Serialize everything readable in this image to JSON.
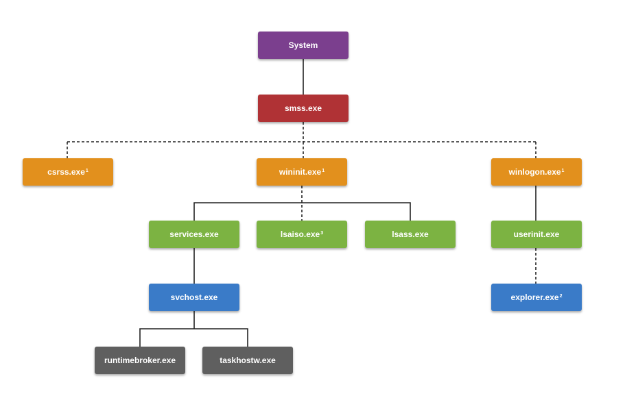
{
  "colors": {
    "purple": "#7b3f8e",
    "red": "#b03235",
    "orange": "#e2901d",
    "green": "#7cb342",
    "blue": "#3a7bc8",
    "gray": "#5f5f5f",
    "line": "#222222"
  },
  "nodes": {
    "system": {
      "label": "System"
    },
    "smss": {
      "label": "smss.exe"
    },
    "csrss": {
      "label": "csrss.exe",
      "note": "1"
    },
    "wininit": {
      "label": "wininit.exe",
      "note": "1"
    },
    "winlogon": {
      "label": "winlogon.exe",
      "note": "1"
    },
    "services": {
      "label": "services.exe"
    },
    "lsaiso": {
      "label": "lsaiso.exe",
      "note": "3"
    },
    "lsass": {
      "label": "lsass.exe"
    },
    "userinit": {
      "label": "userinit.exe"
    },
    "svchost": {
      "label": "svchost.exe"
    },
    "explorer": {
      "label": "explorer.exe",
      "note": "2"
    },
    "runtimebroker": {
      "label": "runtimebroker.exe"
    },
    "taskhostw": {
      "label": "taskhostw.exe"
    }
  },
  "edges": [
    {
      "from": "system",
      "to": "smss",
      "style": "solid"
    },
    {
      "from": "smss",
      "to": "csrss",
      "style": "dashed"
    },
    {
      "from": "smss",
      "to": "wininit",
      "style": "dashed"
    },
    {
      "from": "smss",
      "to": "winlogon",
      "style": "dashed"
    },
    {
      "from": "wininit",
      "to": "services",
      "style": "solid"
    },
    {
      "from": "wininit",
      "to": "lsaiso",
      "style": "dashed"
    },
    {
      "from": "wininit",
      "to": "lsass",
      "style": "solid"
    },
    {
      "from": "winlogon",
      "to": "userinit",
      "style": "solid"
    },
    {
      "from": "services",
      "to": "svchost",
      "style": "solid"
    },
    {
      "from": "userinit",
      "to": "explorer",
      "style": "dashed"
    },
    {
      "from": "svchost",
      "to": "runtimebroker",
      "style": "solid"
    },
    {
      "from": "svchost",
      "to": "taskhostw",
      "style": "solid"
    }
  ]
}
